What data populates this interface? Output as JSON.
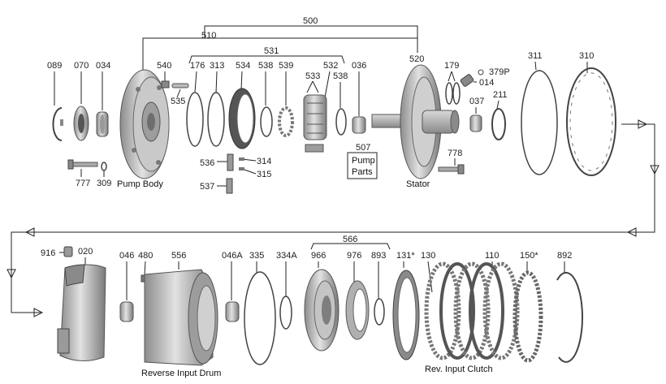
{
  "top_row": {
    "labels": {
      "p500": "500",
      "p510": "510",
      "p531": "531",
      "p089": "089",
      "p070": "070",
      "p034": "034",
      "p540": "540",
      "p535": "535",
      "p176": "176",
      "p313": "313",
      "p534": "534",
      "p538a": "538",
      "p539": "539",
      "p533": "533",
      "p532": "532",
      "p538b": "538",
      "p036": "036",
      "p520": "520",
      "p179": "179",
      "p379p": "379P",
      "p014": "014",
      "p037": "037",
      "p211": "211",
      "p311": "311",
      "p310": "310",
      "p536": "536",
      "p314": "314",
      "p315": "315",
      "p537": "537",
      "p777": "777",
      "p309": "309",
      "p778": "778",
      "p507": "507"
    },
    "captions": {
      "pump_body": "Pump Body",
      "stator": "Stator",
      "pump_parts_line1": "Pump",
      "pump_parts_line2": "Parts"
    }
  },
  "bottom_row": {
    "labels": {
      "p566": "566",
      "p916": "916",
      "p020": "020",
      "p046": "046",
      "p480": "480",
      "p556": "556",
      "p046a": "046A",
      "p335": "335",
      "p334a": "334A",
      "p966": "966",
      "p976": "976",
      "p893": "893",
      "p131": "131*",
      "p130": "130",
      "p110": "110",
      "p150": "150*",
      "p892": "892"
    },
    "captions": {
      "reverse_input_drum": "Reverse Input Drum",
      "rev_input_clutch": "Rev. Input Clutch"
    }
  },
  "colors": {
    "line": "#222222",
    "metal_light": "#d6d6d6",
    "metal_mid": "#a9a9a9",
    "metal_dark": "#6e6e6e",
    "friction": "#8a8a8a"
  }
}
